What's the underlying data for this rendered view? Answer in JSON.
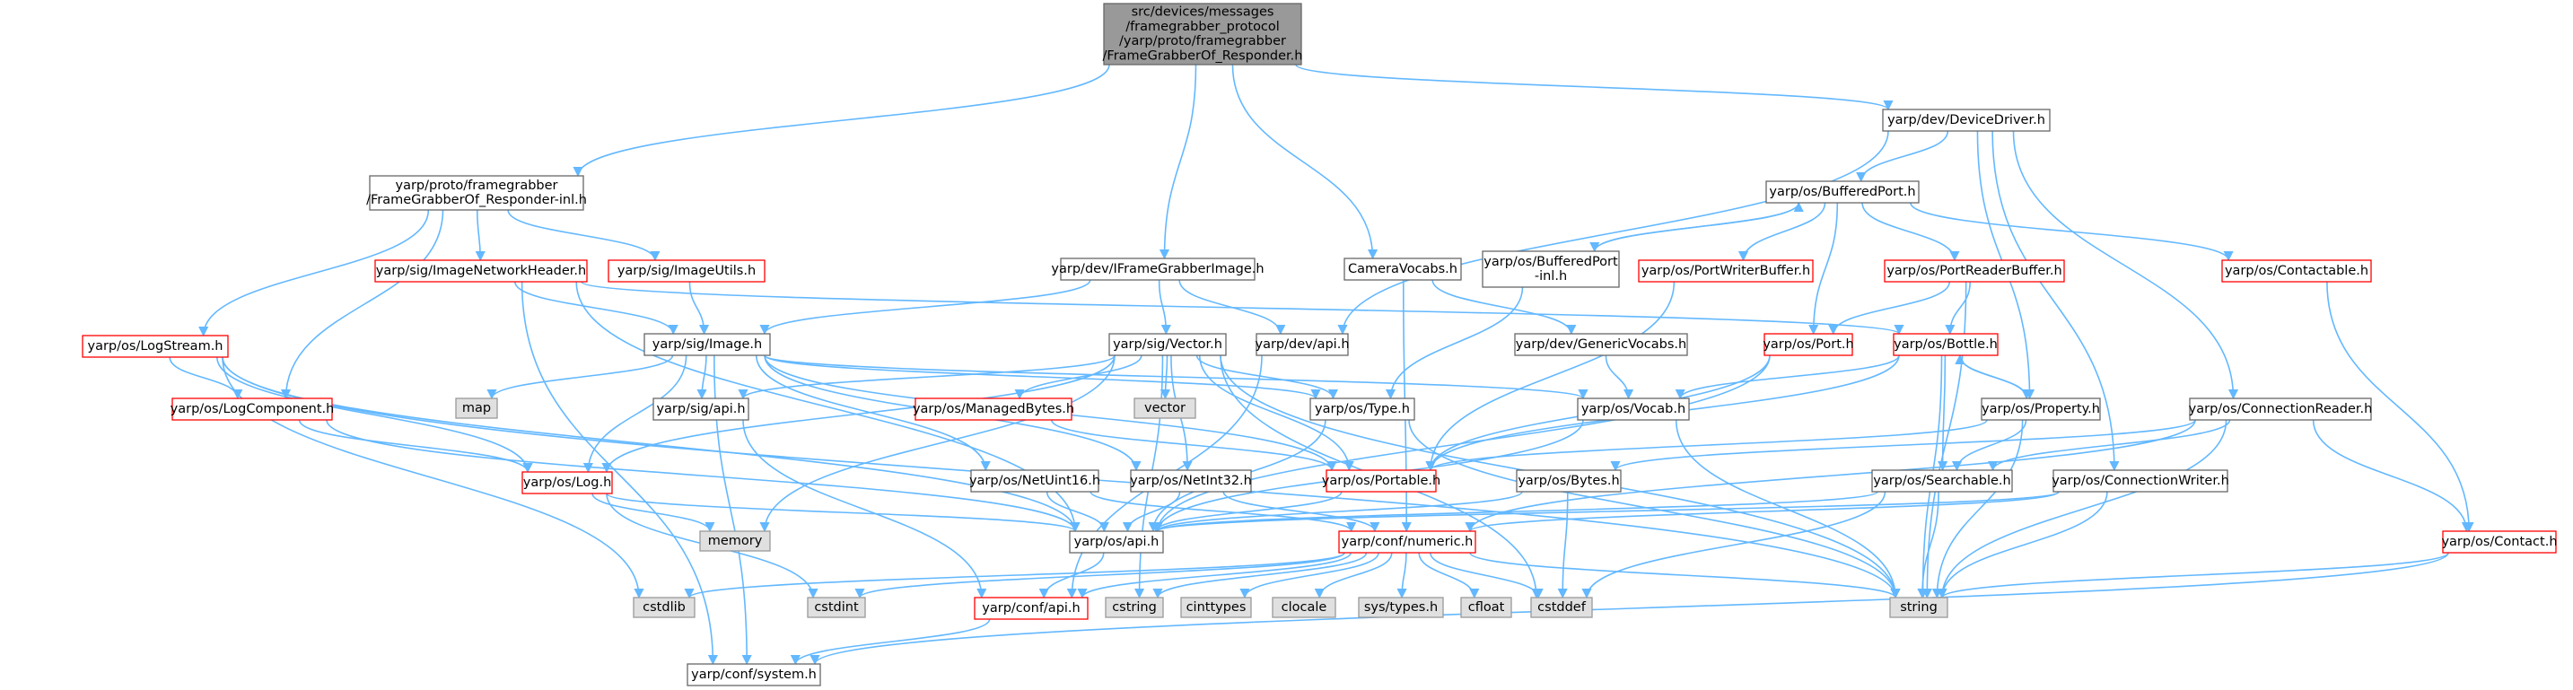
{
  "nodes": [
    {
      "id": "root",
      "kind": "root",
      "lines": [
        "src/devices/messages",
        "/framegrabber_protocol",
        "/yarp/proto/framegrabber",
        "/FrameGrabberOf_Responder.h"
      ]
    },
    {
      "id": "inl",
      "kind": "file",
      "lines": [
        "yarp/proto/framegrabber",
        "/FrameGrabberOf_Responder-inl.h"
      ]
    },
    {
      "id": "ifg",
      "kind": "file",
      "lines": [
        "yarp/dev/IFrameGrabberImage.h"
      ]
    },
    {
      "id": "camvocabs",
      "kind": "file",
      "lines": [
        "CameraVocabs.h"
      ]
    },
    {
      "id": "devdriver",
      "kind": "file",
      "lines": [
        "yarp/dev/DeviceDriver.h"
      ]
    },
    {
      "id": "imgnethdr",
      "kind": "trunc",
      "lines": [
        "yarp/sig/ImageNetworkHeader.h"
      ]
    },
    {
      "id": "imgutils",
      "kind": "trunc",
      "lines": [
        "yarp/sig/ImageUtils.h"
      ]
    },
    {
      "id": "logstream",
      "kind": "trunc",
      "lines": [
        "yarp/os/LogStream.h"
      ]
    },
    {
      "id": "image",
      "kind": "file",
      "lines": [
        "yarp/sig/Image.h"
      ]
    },
    {
      "id": "vector",
      "kind": "file",
      "lines": [
        "yarp/sig/Vector.h"
      ]
    },
    {
      "id": "devapi",
      "kind": "file",
      "lines": [
        "yarp/dev/api.h"
      ]
    },
    {
      "id": "genvocabs",
      "kind": "file",
      "lines": [
        "yarp/dev/GenericVocabs.h"
      ]
    },
    {
      "id": "bufport",
      "kind": "file",
      "lines": [
        "yarp/os/BufferedPort.h"
      ]
    },
    {
      "id": "bufportinl",
      "kind": "file",
      "lines": [
        "yarp/os/BufferedPort",
        "-inl.h"
      ]
    },
    {
      "id": "pwbuf",
      "kind": "trunc",
      "lines": [
        "yarp/os/PortWriterBuffer.h"
      ]
    },
    {
      "id": "prbuf",
      "kind": "trunc",
      "lines": [
        "yarp/os/PortReaderBuffer.h"
      ]
    },
    {
      "id": "contactable",
      "kind": "trunc",
      "lines": [
        "yarp/os/Contactable.h"
      ]
    },
    {
      "id": "logcomp",
      "kind": "trunc",
      "lines": [
        "yarp/os/LogComponent.h"
      ]
    },
    {
      "id": "map",
      "kind": "sys",
      "lines": [
        "map"
      ]
    },
    {
      "id": "sigapi",
      "kind": "file",
      "lines": [
        "yarp/sig/api.h"
      ]
    },
    {
      "id": "managedbytes",
      "kind": "trunc",
      "lines": [
        "yarp/os/ManagedBytes.h"
      ]
    },
    {
      "id": "vectorstd",
      "kind": "sys",
      "lines": [
        "vector"
      ]
    },
    {
      "id": "type",
      "kind": "file",
      "lines": [
        "yarp/os/Type.h"
      ]
    },
    {
      "id": "port",
      "kind": "trunc",
      "lines": [
        "yarp/os/Port.h"
      ]
    },
    {
      "id": "bottle",
      "kind": "trunc",
      "lines": [
        "yarp/os/Bottle.h"
      ]
    },
    {
      "id": "vocab",
      "kind": "file",
      "lines": [
        "yarp/os/Vocab.h"
      ]
    },
    {
      "id": "property",
      "kind": "file",
      "lines": [
        "yarp/os/Property.h"
      ]
    },
    {
      "id": "connreader",
      "kind": "file",
      "lines": [
        "yarp/os/ConnectionReader.h"
      ]
    },
    {
      "id": "log",
      "kind": "trunc",
      "lines": [
        "yarp/os/Log.h"
      ]
    },
    {
      "id": "netuint16",
      "kind": "file",
      "lines": [
        "yarp/os/NetUint16.h"
      ]
    },
    {
      "id": "netint32",
      "kind": "file",
      "lines": [
        "yarp/os/NetInt32.h"
      ]
    },
    {
      "id": "portable",
      "kind": "trunc",
      "lines": [
        "yarp/os/Portable.h"
      ]
    },
    {
      "id": "bytes",
      "kind": "file",
      "lines": [
        "yarp/os/Bytes.h"
      ]
    },
    {
      "id": "searchable",
      "kind": "file",
      "lines": [
        "yarp/os/Searchable.h"
      ]
    },
    {
      "id": "connwriter",
      "kind": "file",
      "lines": [
        "yarp/os/ConnectionWriter.h"
      ]
    },
    {
      "id": "memory",
      "kind": "sys",
      "lines": [
        "memory"
      ]
    },
    {
      "id": "osapi",
      "kind": "file",
      "lines": [
        "yarp/os/api.h"
      ]
    },
    {
      "id": "numeric",
      "kind": "trunc",
      "lines": [
        "yarp/conf/numeric.h"
      ]
    },
    {
      "id": "contact",
      "kind": "trunc",
      "lines": [
        "yarp/os/Contact.h"
      ]
    },
    {
      "id": "cstdlib",
      "kind": "sys",
      "lines": [
        "cstdlib"
      ]
    },
    {
      "id": "cstdint",
      "kind": "sys",
      "lines": [
        "cstdint"
      ]
    },
    {
      "id": "confapi",
      "kind": "trunc",
      "lines": [
        "yarp/conf/api.h"
      ]
    },
    {
      "id": "cstring",
      "kind": "sys",
      "lines": [
        "cstring"
      ]
    },
    {
      "id": "cinttypes",
      "kind": "sys",
      "lines": [
        "cinttypes"
      ]
    },
    {
      "id": "clocale",
      "kind": "sys",
      "lines": [
        "clocale"
      ]
    },
    {
      "id": "systypes",
      "kind": "sys",
      "lines": [
        "sys/types.h"
      ]
    },
    {
      "id": "cfloat",
      "kind": "sys",
      "lines": [
        "cfloat"
      ]
    },
    {
      "id": "cstddef",
      "kind": "sys",
      "lines": [
        "cstddef"
      ]
    },
    {
      "id": "string",
      "kind": "sys",
      "lines": [
        "string"
      ]
    },
    {
      "id": "system",
      "kind": "file",
      "lines": [
        "yarp/conf/system.h"
      ]
    }
  ],
  "edges": [
    [
      "root",
      "inl"
    ],
    [
      "root",
      "ifg"
    ],
    [
      "root",
      "camvocabs"
    ],
    [
      "root",
      "devdriver"
    ],
    [
      "inl",
      "imgnethdr"
    ],
    [
      "inl",
      "imgutils"
    ],
    [
      "inl",
      "logstream"
    ],
    [
      "inl",
      "logcomp"
    ],
    [
      "imgnethdr",
      "image"
    ],
    [
      "imgnethdr",
      "system"
    ],
    [
      "imgnethdr",
      "bottle"
    ],
    [
      "imgnethdr",
      "osapi"
    ],
    [
      "imgutils",
      "image"
    ],
    [
      "logstream",
      "logcomp"
    ],
    [
      "logstream",
      "log"
    ],
    [
      "logstream",
      "osapi"
    ],
    [
      "logstream",
      "cstdlib"
    ],
    [
      "logstream",
      "string"
    ],
    [
      "logcomp",
      "log"
    ],
    [
      "logcomp",
      "osapi"
    ],
    [
      "ifg",
      "image"
    ],
    [
      "ifg",
      "vector"
    ],
    [
      "ifg",
      "devapi"
    ],
    [
      "image",
      "map"
    ],
    [
      "image",
      "sigapi"
    ],
    [
      "image",
      "type"
    ],
    [
      "image",
      "vocab"
    ],
    [
      "image",
      "portable"
    ],
    [
      "image",
      "netuint16"
    ],
    [
      "image",
      "netint32"
    ],
    [
      "image",
      "log"
    ],
    [
      "image",
      "system"
    ],
    [
      "vector",
      "managedbytes"
    ],
    [
      "vector",
      "vectorstd"
    ],
    [
      "vector",
      "type"
    ],
    [
      "vector",
      "sigapi"
    ],
    [
      "vector",
      "log"
    ],
    [
      "vector",
      "portable"
    ],
    [
      "vector",
      "memory"
    ],
    [
      "vector",
      "cstring"
    ],
    [
      "vector",
      "netint32"
    ],
    [
      "vector",
      "string"
    ],
    [
      "vector",
      "cstddef"
    ],
    [
      "camvocabs",
      "genvocabs"
    ],
    [
      "camvocabs",
      "numeric"
    ],
    [
      "genvocabs",
      "vocab"
    ],
    [
      "devdriver",
      "bufport"
    ],
    [
      "devdriver",
      "devapi"
    ],
    [
      "devdriver",
      "property"
    ],
    [
      "devdriver",
      "connreader"
    ],
    [
      "devdriver",
      "connwriter"
    ],
    [
      "devapi",
      "confapi"
    ],
    [
      "bufport",
      "bufportinl"
    ],
    [
      "bufport",
      "pwbuf"
    ],
    [
      "bufport",
      "prbuf"
    ],
    [
      "bufport",
      "port"
    ],
    [
      "bufport",
      "contactable"
    ],
    [
      "bufportinl",
      "bufport"
    ],
    [
      "bufportinl",
      "type"
    ],
    [
      "pwbuf",
      "portable"
    ],
    [
      "prbuf",
      "bottle"
    ],
    [
      "prbuf",
      "port"
    ],
    [
      "prbuf",
      "string"
    ],
    [
      "contactable",
      "contact"
    ],
    [
      "port",
      "portable"
    ],
    [
      "port",
      "osapi"
    ],
    [
      "bottle",
      "vocab"
    ],
    [
      "bottle",
      "portable"
    ],
    [
      "bottle",
      "searchable"
    ],
    [
      "bottle",
      "property"
    ],
    [
      "bottle",
      "string"
    ],
    [
      "property",
      "bottle"
    ],
    [
      "property",
      "searchable"
    ],
    [
      "property",
      "portable"
    ],
    [
      "property",
      "string"
    ],
    [
      "connreader",
      "bytes"
    ],
    [
      "connreader",
      "searchable"
    ],
    [
      "connreader",
      "contact"
    ],
    [
      "connreader",
      "numeric"
    ],
    [
      "connreader",
      "string"
    ],
    [
      "connwriter",
      "osapi"
    ],
    [
      "connwriter",
      "numeric"
    ],
    [
      "connwriter",
      "string"
    ],
    [
      "managedbytes",
      "portable"
    ],
    [
      "sigapi",
      "confapi"
    ],
    [
      "type",
      "osapi"
    ],
    [
      "type",
      "string"
    ],
    [
      "vocab",
      "string"
    ],
    [
      "vocab",
      "osapi"
    ],
    [
      "log",
      "memory"
    ],
    [
      "log",
      "osapi"
    ],
    [
      "log",
      "cstdint"
    ],
    [
      "netuint16",
      "osapi"
    ],
    [
      "netuint16",
      "numeric"
    ],
    [
      "netint32",
      "osapi"
    ],
    [
      "netint32",
      "numeric"
    ],
    [
      "portable",
      "osapi"
    ],
    [
      "bytes",
      "osapi"
    ],
    [
      "bytes",
      "cstddef"
    ],
    [
      "searchable",
      "osapi"
    ],
    [
      "searchable",
      "string"
    ],
    [
      "searchable",
      "cstddef"
    ],
    [
      "osapi",
      "confapi"
    ],
    [
      "numeric",
      "confapi"
    ],
    [
      "numeric",
      "cstdint"
    ],
    [
      "numeric",
      "cstring"
    ],
    [
      "numeric",
      "cinttypes"
    ],
    [
      "numeric",
      "clocale"
    ],
    [
      "numeric",
      "systypes"
    ],
    [
      "numeric",
      "cfloat"
    ],
    [
      "numeric",
      "cstddef"
    ],
    [
      "numeric",
      "cstdlib"
    ],
    [
      "numeric",
      "string"
    ],
    [
      "contact",
      "string"
    ],
    [
      "contact",
      "system"
    ],
    [
      "confapi",
      "system"
    ]
  ]
}
